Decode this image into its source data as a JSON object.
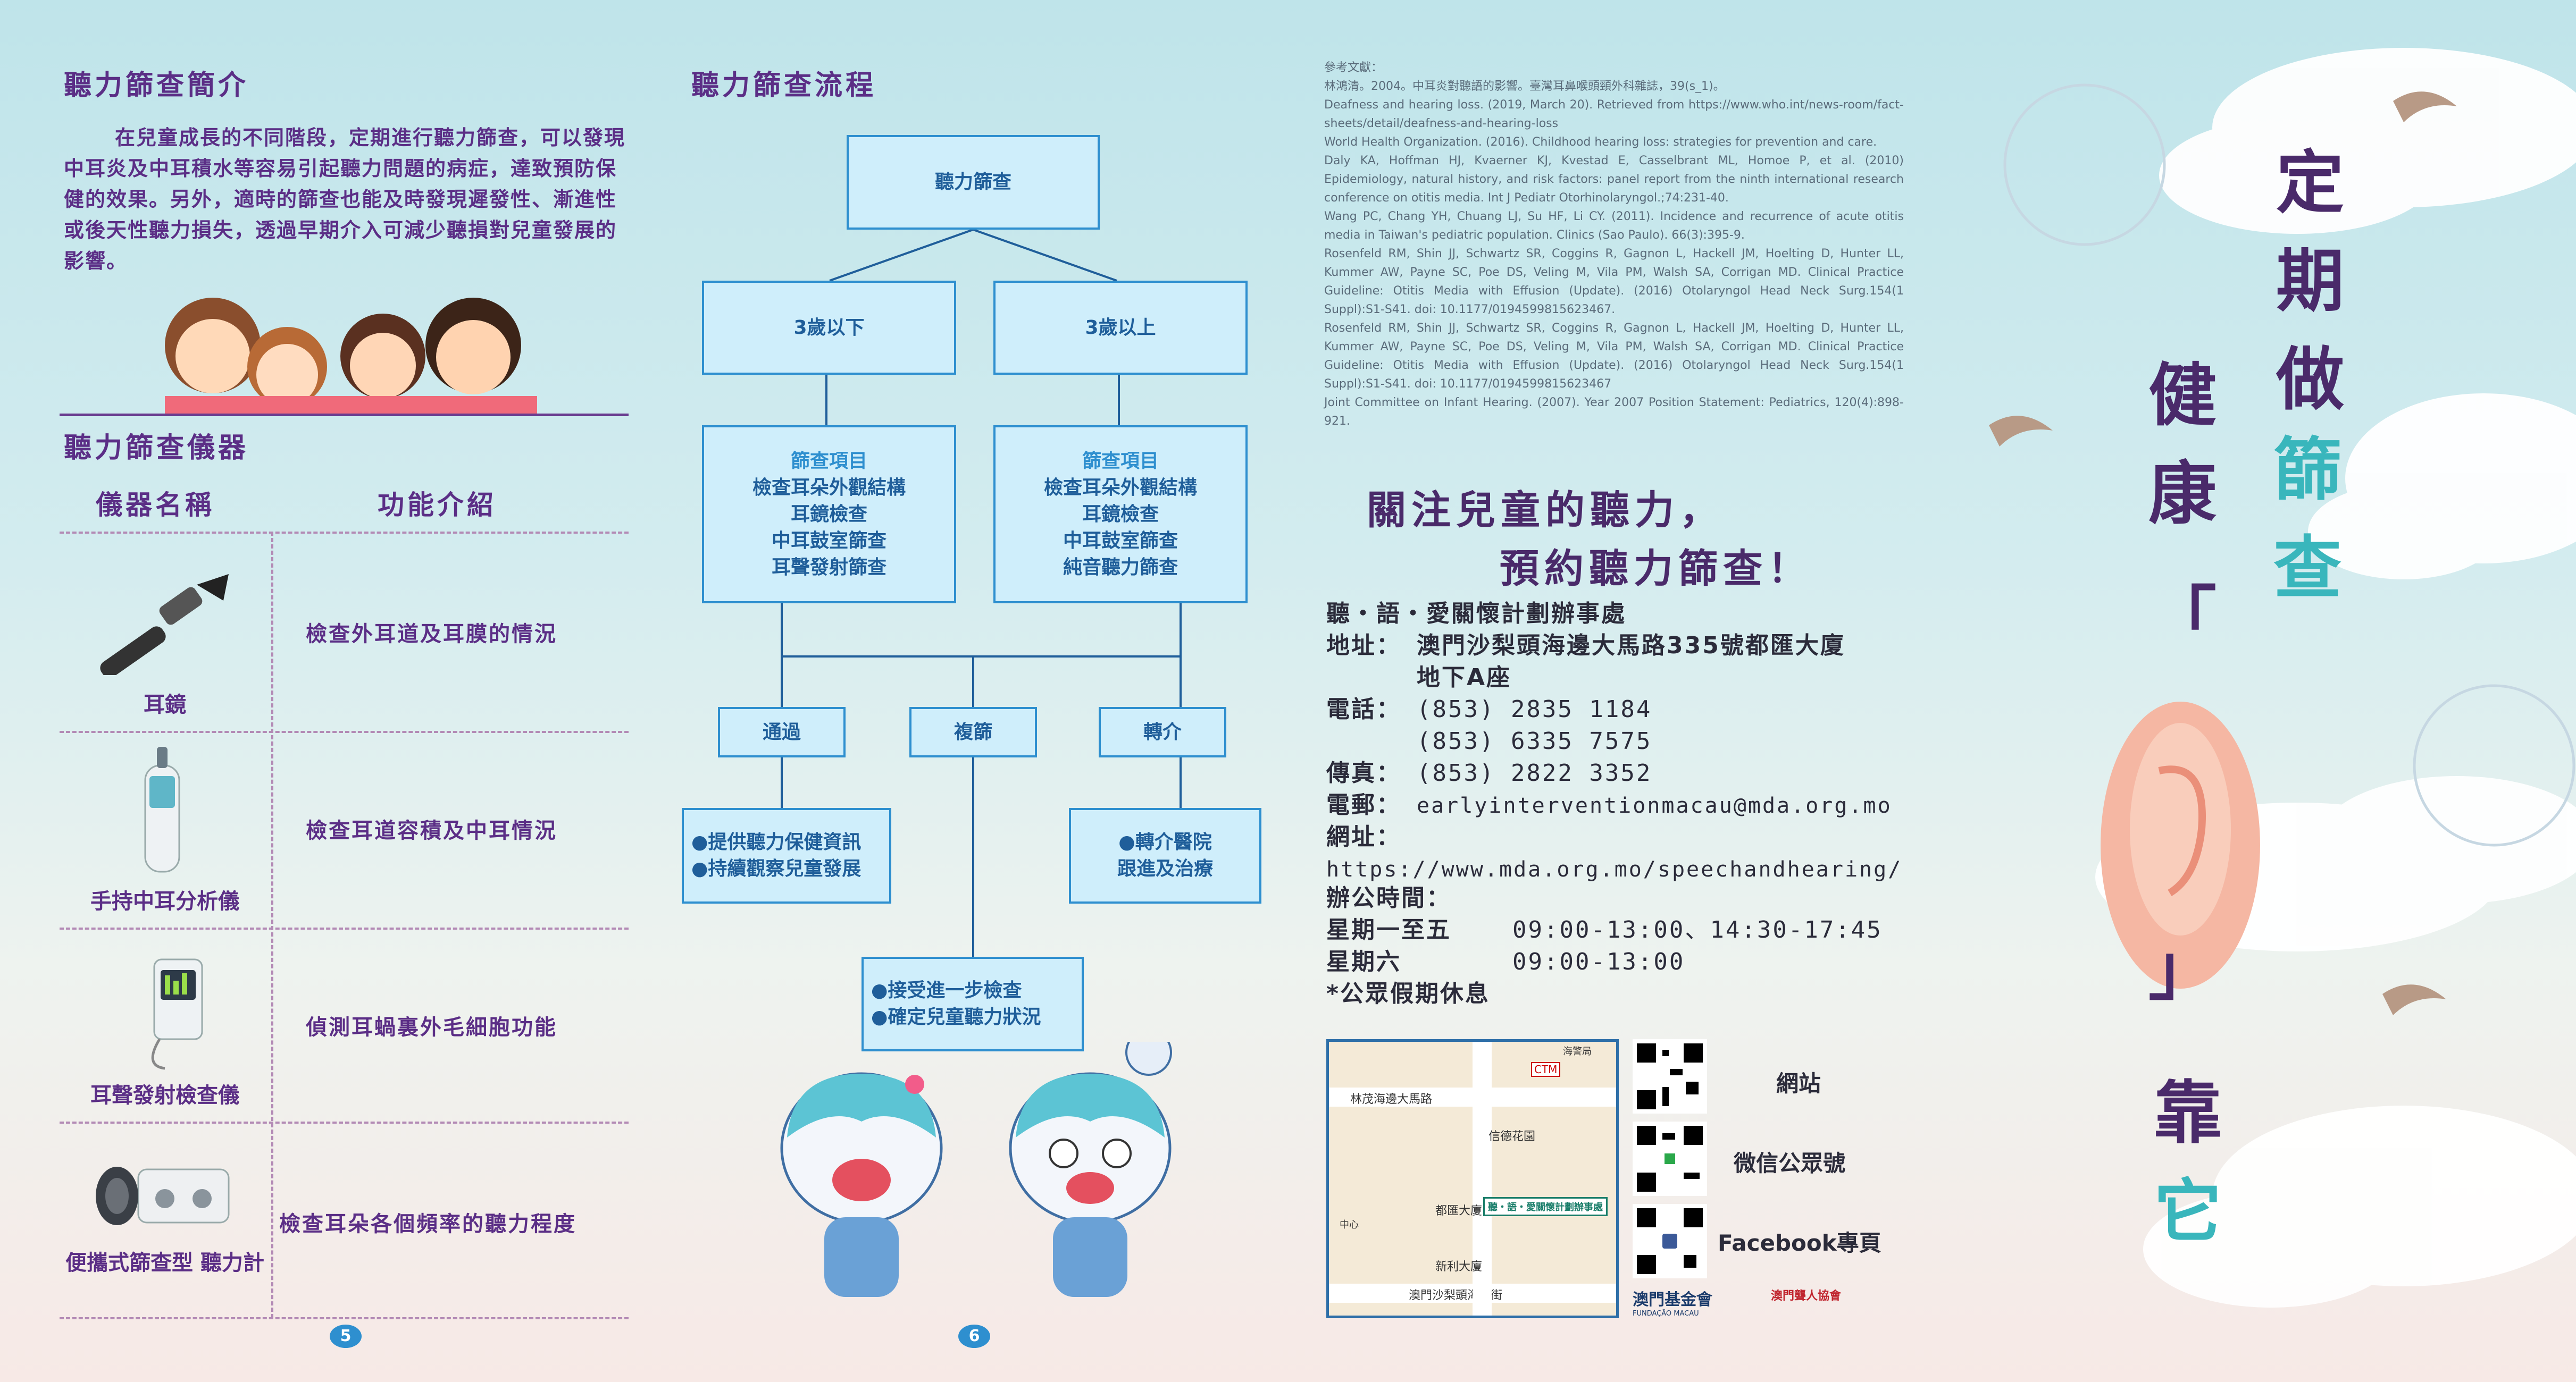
{
  "panel5": {
    "title": "聽力篩查簡介",
    "intro": "在兒童成長的不同階段，定期進行聽力篩查，可以發現中耳炎及中耳積水等容易引起聽力問題的病症，達致預防保健的效果。另外，適時的篩查也能及時發現遲發性、漸進性或後天性聽力損失，透過早期介入可減少聽損對兒童發展的影響。",
    "instruments_title": "聽力篩查儀器",
    "col_name": "儀器名稱",
    "col_function": "功能介紹",
    "instruments": [
      {
        "name": "耳鏡",
        "function": "檢查外耳道及耳膜的情況"
      },
      {
        "name": "手持中耳分析儀",
        "function": "檢查耳道容積及中耳情況"
      },
      {
        "name": "耳聲發射檢查儀",
        "function": "偵測耳蝸裏外毛細胞功能"
      },
      {
        "name": "便攜式篩查型 聽力計",
        "function": "檢查耳朵各個頻率的聽力程度"
      }
    ],
    "page_number": "5"
  },
  "panel6": {
    "title": "聽力篩查流程",
    "root": "聽力篩查",
    "under3": "3歲以下",
    "over3": "3歲以上",
    "items_header": "篩查項目",
    "items_under3": [
      "檢查耳朵外觀結構",
      "耳鏡檢查",
      "中耳鼓室篩查",
      "耳聲發射篩查"
    ],
    "items_over3": [
      "檢查耳朵外觀結構",
      "耳鏡檢查",
      "中耳鼓室篩查",
      "純音聽力篩查"
    ],
    "result_pass": "通過",
    "result_recheck": "複篩",
    "result_refer": "轉介",
    "pass_actions": [
      "●提供聽力保健資訊",
      "●持續觀察兒童發展"
    ],
    "refer_actions": [
      "●轉介醫院",
      "跟進及治療"
    ],
    "recheck_actions": [
      "●接受進一步檢查",
      "●確定兒童聽力狀況"
    ],
    "page_number": "6"
  },
  "panel7": {
    "refs_title": "參考文獻：",
    "refs": [
      "林鴻清。2004。中耳炎對聽語的影響。臺灣耳鼻喉頭頸外科雜誌，39(s_1)。",
      "Deafness and hearing loss. (2019, March 20). Retrieved from https://www.who.int/news-room/fact-sheets/detail/deafness-and-hearing-loss",
      "World Health Organization. (2016). Childhood hearing loss: strategies for prevention and care.",
      "Daly KA, Hoffman HJ, Kvaerner KJ, Kvestad E, Casselbrant ML, Homoe P, et al. (2010) Epidemiology, natural history, and risk factors: panel report from the ninth international research conference on otitis media. Int J Pediatr Otorhinolaryngol.;74:231-40.",
      "Wang PC, Chang YH, Chuang LJ, Su HF, Li CY. (2011). Incidence and recurrence of acute otitis media in Taiwan's pediatric population. Clinics (Sao Paulo). 66(3):395-9.",
      "Rosenfeld RM, Shin JJ, Schwartz SR, Coggins R, Gagnon L, Hackell JM, Hoelting D, Hunter LL, Kummer AW, Payne SC, Poe DS, Veling M, Vila PM, Walsh SA, Corrigan MD. Clinical Practice Guideline: Otitis Media with Effusion (Update). (2016) Otolaryngol Head Neck Surg.154(1 Suppl):S1-S41. doi: 10.1177/0194599815623467.",
      "Rosenfeld RM, Shin JJ, Schwartz SR, Coggins R, Gagnon L, Hackell JM, Hoelting D, Hunter LL, Kummer AW, Payne SC, Poe DS, Veling M, Vila PM, Walsh SA, Corrigan MD. Clinical Practice Guideline: Otitis Media with Effusion (Update). (2016) Otolaryngol Head Neck Surg.154(1 Suppl):S1-S41. doi: 10.1177/0194599815623467",
      "Joint Committee on Infant Hearing. (2007). Year 2007 Position Statement: Pediatrics, 120(4):898-921."
    ],
    "headline1": "關注兒童的聽力，",
    "headline2": "預約聽力篩查！",
    "org": "聽・語・愛關懷計劃辦事處",
    "address_label": "地址：",
    "address1": "澳門沙梨頭海邊大馬路335號都匯大廈",
    "address2": "地下A座",
    "phone_label": "電話：",
    "phone1": "(853) 2835 1184",
    "phone2": "(853) 6335 7575",
    "fax_label": "傳真：",
    "fax": "(853) 2822 3352",
    "email_label": "電郵：",
    "email": "earlyinterventionmacau@mda.org.mo",
    "web_label": "網址：",
    "web": "https://www.mda.org.mo/speechandhearing/",
    "hours_title": "辦公時間：",
    "weekdays_label": "星期一至五",
    "weekdays_hours": "09:00-13:00、14:30-17:45",
    "sat_label": "星期六",
    "sat_hours": "09:00-13:00",
    "holiday_note": "*公眾假期休息",
    "qr_web": "網站",
    "qr_wechat": "微信公眾號",
    "qr_facebook": "Facebook專頁",
    "map_labels": {
      "road_top": "林茂海邊大馬路",
      "road_bottom": "澳門沙梨頭海邊街",
      "ctm": "CTM",
      "garden": "信德花園",
      "dockyard": "都匯大廈",
      "xinli": "新利大廈",
      "office": "聽・語・愛關懷計劃辦事處",
      "zhongxin": "中心",
      "pier": "海警局"
    },
    "logo_fm": "澳門基金會",
    "logo_fm_sub": "FUNDAÇÃO MACAU",
    "logo_mda": "澳門聾人協會"
  },
  "cover": {
    "title_col1": [
      "定",
      "期",
      "做"
    ],
    "title_col2": [
      "健",
      "康"
    ],
    "title_teal": [
      "篩",
      "查"
    ],
    "quote_open": "「",
    "quote_close": "」",
    "bottom": [
      "靠",
      "它"
    ]
  },
  "colors": {
    "purple": "#5b2e86",
    "blue": "#2e8fcf",
    "teal": "#39b6bc",
    "box_fill": "#cfeefb"
  }
}
